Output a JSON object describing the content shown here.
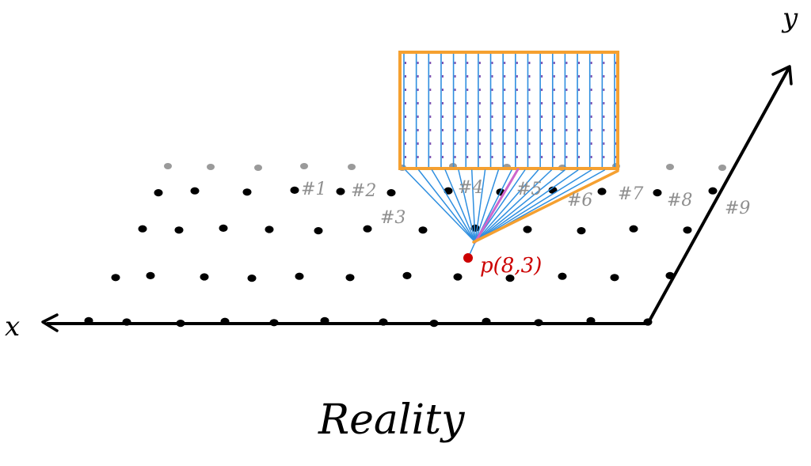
{
  "title": "Reality",
  "axes": {
    "x_label": "x",
    "y_label": "y"
  },
  "point": {
    "label": "p(8,3)"
  },
  "ray_labels": [
    "#1",
    "#2",
    "#3",
    "#4",
    "#5",
    "#6",
    "#7",
    "#8",
    "#9"
  ],
  "colors": {
    "ink": "#000000",
    "grid_far": "#9a9a9a",
    "rays": "#2f8fe0",
    "frame": "#f5a030",
    "point": "#cc0000",
    "highlight": "#cc66cc",
    "screen_dots": "#7a4fb0"
  }
}
